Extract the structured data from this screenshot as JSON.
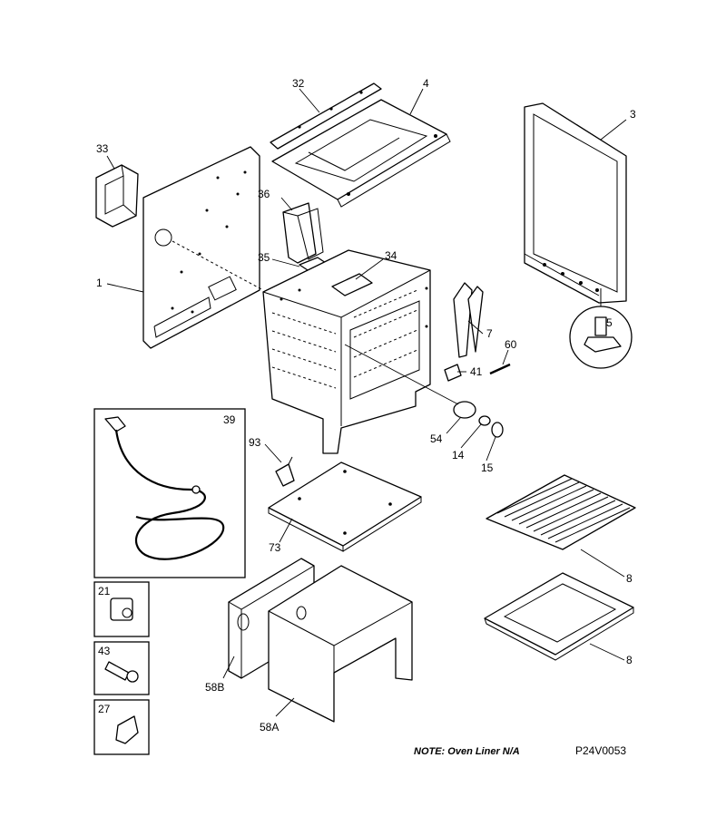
{
  "diagram": {
    "note": "NOTE: Oven Liner N/A",
    "code": "P24V0053",
    "callouts": {
      "p1": "1",
      "p3": "3",
      "p4": "4",
      "p5": "5",
      "p7": "7",
      "p8a": "8",
      "p8b": "8",
      "p14": "14",
      "p15": "15",
      "p21": "21",
      "p27": "27",
      "p32": "32",
      "p33": "33",
      "p34": "34",
      "p35": "35",
      "p36": "36",
      "p39": "39",
      "p41": "41",
      "p43": "43",
      "p54": "54",
      "p58a": "58A",
      "p58b": "58B",
      "p60": "60",
      "p73": "73",
      "p93": "93"
    }
  }
}
